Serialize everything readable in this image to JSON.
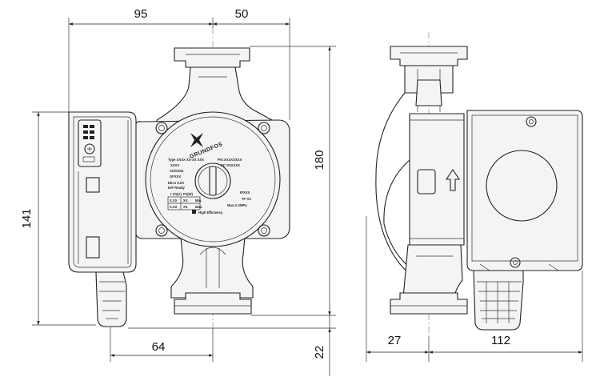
{
  "dimensions": {
    "top_left": "95",
    "top_right": "50",
    "left_height": "141",
    "right_height": "180",
    "bottom_width": "64",
    "bottom_offset": "22",
    "side_bottom_left": "27",
    "side_bottom_right": "112"
  },
  "nameplate": {
    "brand": "GRUNDFOS",
    "type_line": "Type XXXX XX-XX XXX",
    "prod_line": "P/n:XXXXXXXX",
    "pc_line": "PC:XXXXXX",
    "volt": "XXXV",
    "hz": "XX/XXHz",
    "class": "GFXXX",
    "eei": "EEI ≤ 0.2X",
    "ready": "ErP Ready",
    "col_a": "I 1/1(A)",
    "col_b": "P1(W)",
    "row1_a": "X.XX",
    "row1_b": "XX",
    "row1_c": "Min.",
    "row2_a": "X.XX",
    "row2_b": "XX",
    "row2_c": "Max.",
    "ip": "IPXXX",
    "tf": "TF XX",
    "maxmpa": "Max.X.XMPa",
    "efficiency": "High Efficiency"
  }
}
